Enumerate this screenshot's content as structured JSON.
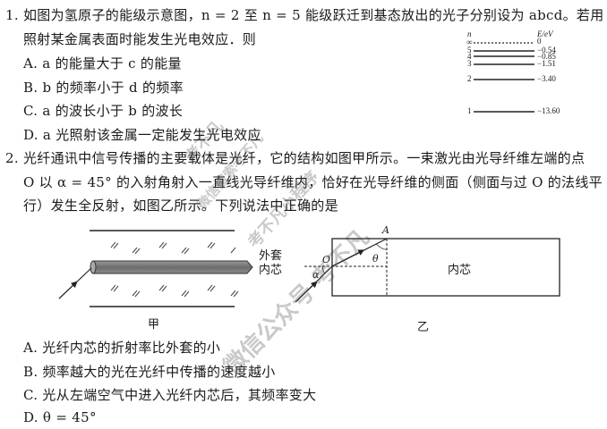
{
  "q1": {
    "stem_line1": "1. 如图为氢原子的能级示意图，n = 2 至 n = 5 能级跃迁到基态放出的光子分别设为 abcd。若用 b",
    "stem_line2": "照射某金属表面时能发生光电效应．则",
    "options": [
      "A. a 的能量大于 c 的能量",
      "B. b 的频率小于 d 的频率",
      "C. a 的波长小于 b 的波长",
      "D. a 光照射该金属一定能发生光电效应"
    ],
    "diagram": {
      "n_header": "n",
      "e_header": "E/eV",
      "levels": [
        {
          "n": "∞",
          "e": "0"
        },
        {
          "n": "5",
          "e": "−0.54"
        },
        {
          "n": "4",
          "e": "−0.85"
        },
        {
          "n": "3",
          "e": "−1.51"
        },
        {
          "n": "2",
          "e": "−3.40"
        },
        {
          "n": "1",
          "e": "−13.60"
        }
      ]
    }
  },
  "q2": {
    "stem_line1": "2. 光纤通讯中信号传播的主要载体是光纤，它的结构如图甲所示。一束激光由光导纤维左端的点",
    "stem_line2": "O 以 α = 45° 的入射角射入一直线光导纤维内，恰好在光导纤维的侧面（侧面与过 O 的法线平",
    "stem_line3": "行）发生全反射，如图乙所示。下列说法中正确的是",
    "figure_jia": {
      "label_outer": "外套",
      "label_inner": "内芯",
      "caption": "甲"
    },
    "figure_yi": {
      "point_A": "A",
      "point_O": "O",
      "alpha": "α",
      "theta": "θ",
      "core_label": "内芯",
      "caption": "乙"
    },
    "options": [
      "A.  光纤内芯的折射率比外套的小",
      "B.  频率越大的光在光纤中传播的速度越小",
      "C.  光从左端空气中进入光纤内芯后，其频率变大",
      "D.  θ = 45°"
    ]
  },
  "watermark": {
    "text1": "考不凡",
    "text2": "微信搜索考不凡",
    "text3": "考不凡小程序",
    "text4": "微信公众号 考不凡"
  }
}
